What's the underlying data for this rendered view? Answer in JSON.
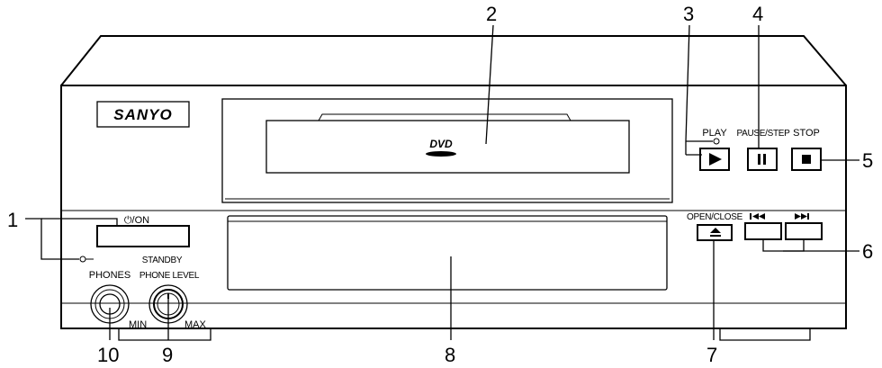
{
  "brand": "SANYO",
  "disc_logo": "DVD",
  "panel_labels": {
    "power": "⏻/ON",
    "standby": "STANDBY",
    "phones": "PHONES",
    "phone_level": "PHONE LEVEL",
    "min": "MIN",
    "max": "MAX",
    "play": "PLAY",
    "pause_step": "PAUSE/STEP",
    "stop": "STOP",
    "open_close": "OPEN/CLOSE"
  },
  "callouts": [
    "1",
    "2",
    "3",
    "4",
    "5",
    "6",
    "7",
    "8",
    "9",
    "10"
  ],
  "icons": {
    "play": "play-icon",
    "pause": "pause-icon",
    "stop": "stop-icon",
    "eject": "eject-icon",
    "skip_back": "skip-back-icon",
    "skip_forward": "skip-forward-icon"
  }
}
